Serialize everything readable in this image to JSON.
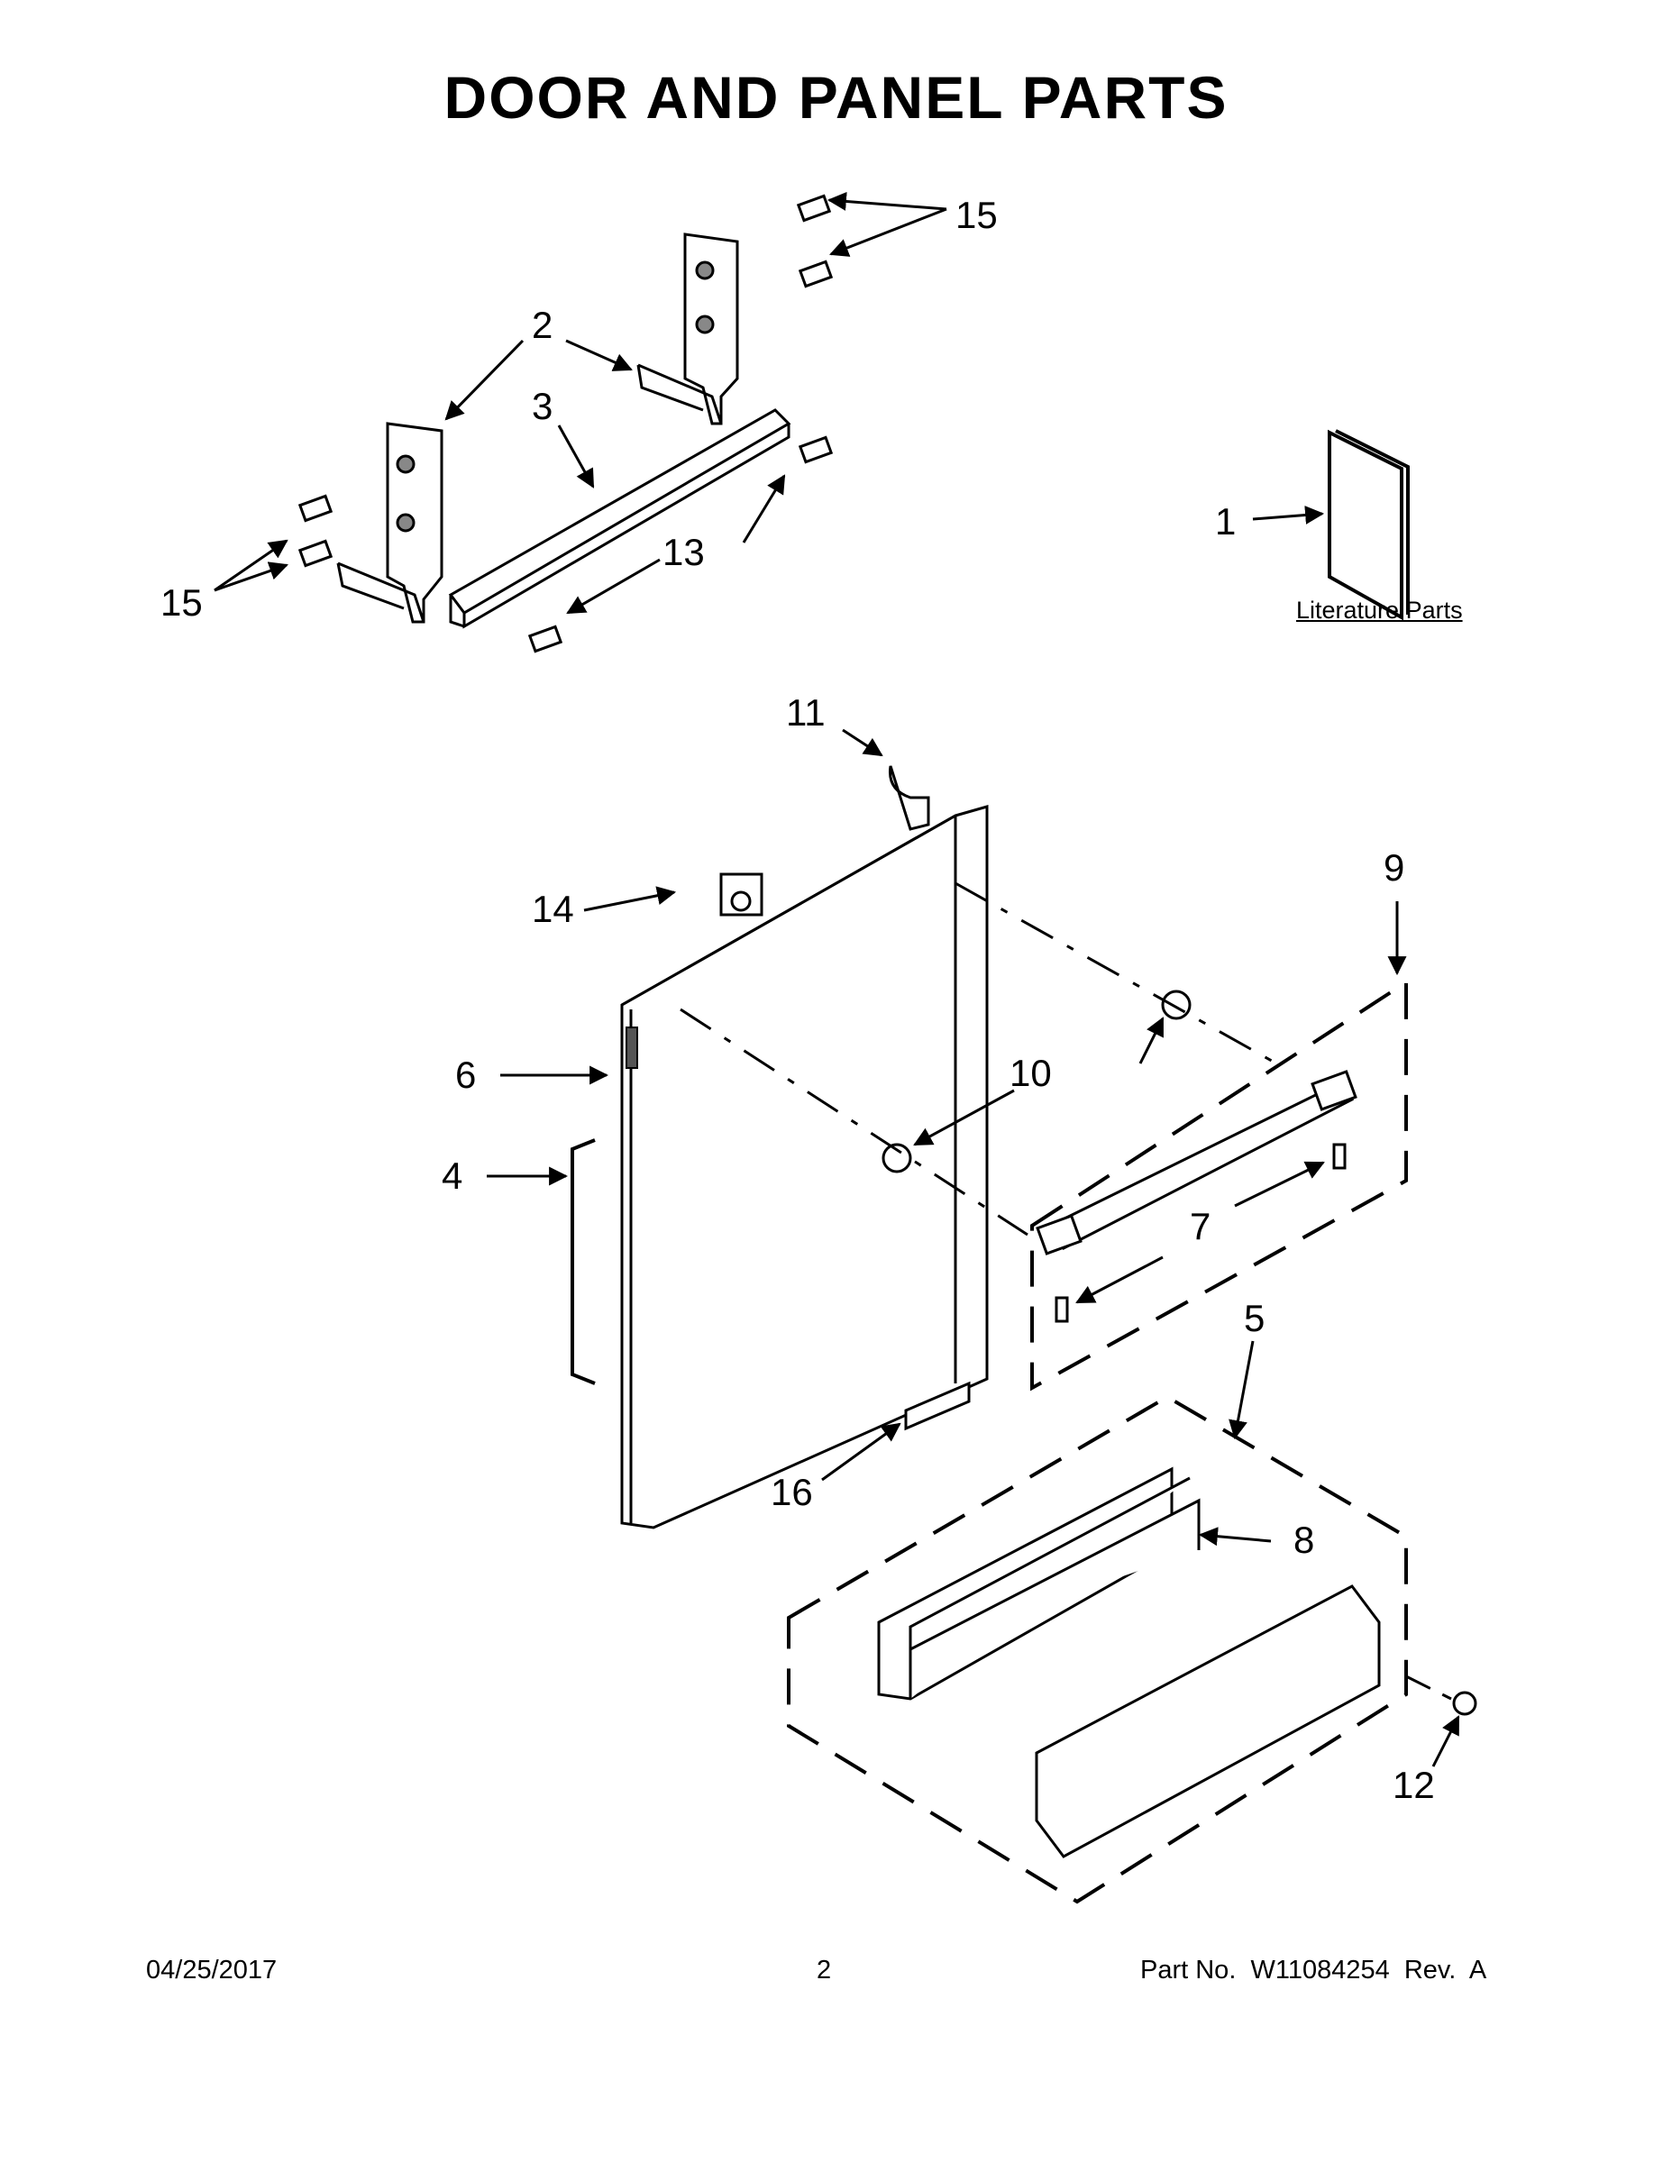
{
  "title": "DOOR AND PANEL PARTS",
  "callouts": {
    "c1": "1",
    "c2": "2",
    "c3": "3",
    "c4": "4",
    "c5": "5",
    "c6": "6",
    "c7": "7",
    "c8": "8",
    "c9": "9",
    "c10": "10",
    "c11": "11",
    "c12": "12",
    "c13": "13",
    "c14": "14",
    "c15a": "15",
    "c15b": "15",
    "c16": "16"
  },
  "literature_label": "Literature Parts",
  "footer": {
    "date": "04/25/2017",
    "page": "2",
    "part_no": "Part No.  W11084254  Rev.  A"
  }
}
